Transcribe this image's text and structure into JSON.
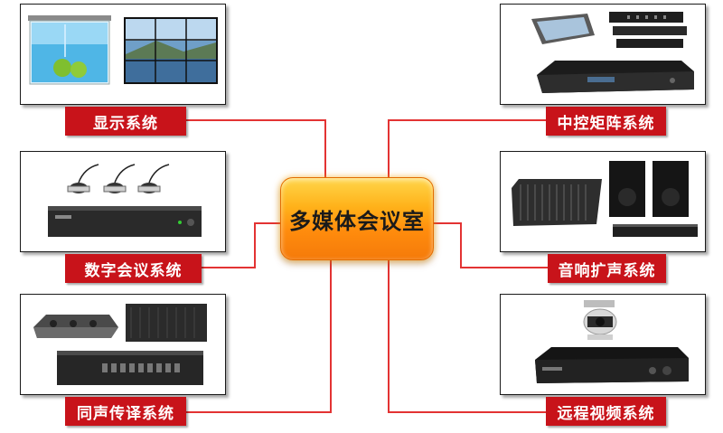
{
  "center": {
    "title": "多媒体会议室"
  },
  "systems": {
    "display": {
      "label": "显示系统"
    },
    "digital_conference": {
      "label": "数字会议系统"
    },
    "simultaneous_interpretation": {
      "label": "同声传译系统"
    },
    "central_control_matrix": {
      "label": "中控矩阵系统"
    },
    "audio_pa": {
      "label": "音响扩声系统"
    },
    "video_conference": {
      "label": "远程视频系统"
    }
  },
  "colors": {
    "label_bg": "#c8131a",
    "connector": "#e33333",
    "center_fill": "#ff9a1a",
    "label_text": "#ffffff"
  }
}
